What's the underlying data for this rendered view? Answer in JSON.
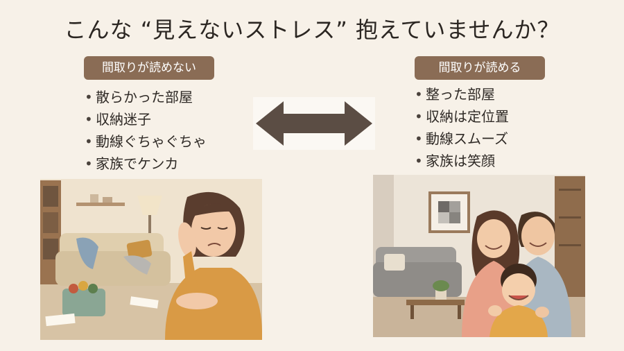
{
  "title": "こんな “見えないストレス” 抱えていませんか？",
  "left": {
    "badge": "間取りが読めない",
    "items": [
      "散らかった部屋",
      "収納迷子",
      "動線ぐちゃぐちゃ",
      "家族でケンカ"
    ]
  },
  "right": {
    "badge": "間取りが読める",
    "items": [
      "整った部屋",
      "収納は定位置",
      "動線スムーズ",
      "家族は笑顔"
    ]
  },
  "colors": {
    "background": "#f7f1e8",
    "badge": "#8a6c55",
    "arrow": "#5b4d44"
  },
  "icons": {
    "arrow": "double-headed-arrow-icon",
    "left_scene": "stressed-woman-in-messy-room-illustration",
    "right_scene": "smiling-family-in-tidy-room-illustration"
  }
}
